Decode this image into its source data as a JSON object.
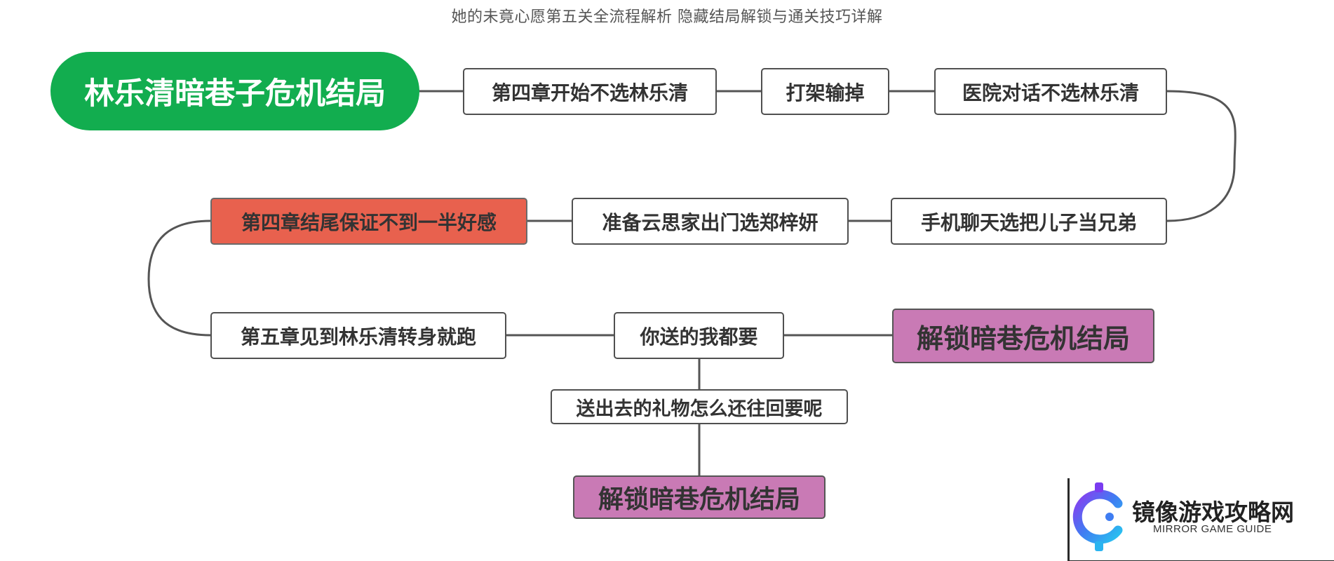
{
  "title": "她的未竟心愿第五关全流程解析 隐藏结局解锁与通关技巧详解",
  "colors": {
    "root": "#12ad4f",
    "warning": "#e8614e",
    "result": "#c97ab5",
    "line": "#555555"
  },
  "nodes": {
    "root": "林乐清暗巷子危机结局",
    "step1": "第四章开始不选林乐清",
    "step2": "打架输掉",
    "step3": "医院对话不选林乐清",
    "step4": "手机聊天选把儿子当兄弟",
    "step5": "准备云思家出门选郑梓妍",
    "step6": "第四章结尾保证不到一半好感",
    "step7": "第五章见到林乐清转身就跑",
    "step8": "你送的我都要",
    "result1": "解锁暗巷危机结局",
    "step9": "送出去的礼物怎么还往回要呢",
    "result2": "解锁暗巷危机结局"
  },
  "watermark": {
    "icon": "mirror-game-guide-logo-icon",
    "name": "镜像游戏攻略网",
    "subtitle": "MIRROR GAME GUIDE"
  }
}
